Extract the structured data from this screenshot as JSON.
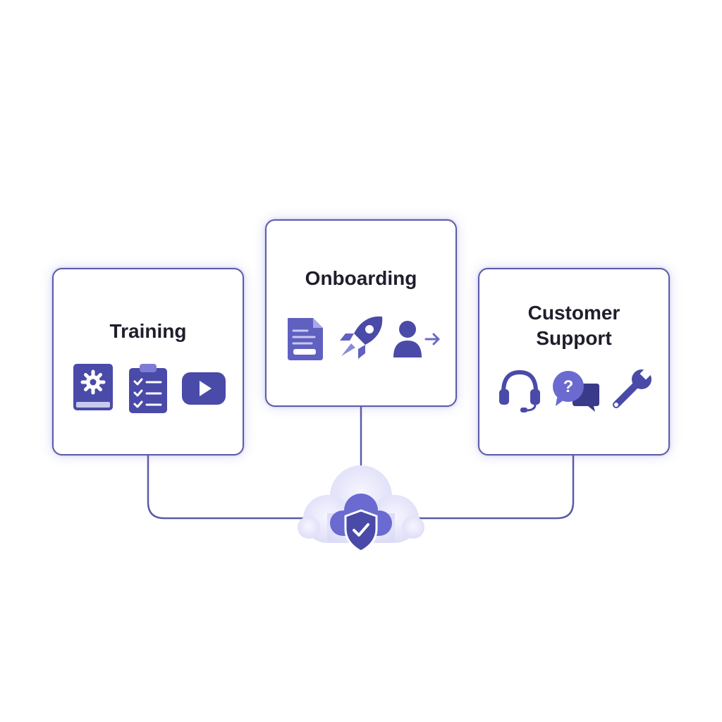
{
  "colors": {
    "accent": "#4a4aa8",
    "accent_light": "#7d7dd6",
    "border": "#5b5ba8",
    "text": "#1e1e2c",
    "cloud": "#e7e7fb"
  },
  "cards": {
    "training": {
      "title": "Training",
      "icons": [
        "book-gear-icon",
        "checklist-clipboard-icon",
        "video-play-icon"
      ]
    },
    "onboarding": {
      "title": "Onboarding",
      "icons": [
        "document-icon",
        "rocket-icon",
        "user-arrow-icon"
      ]
    },
    "support": {
      "title_line1": "Customer",
      "title_line2": "Support",
      "icons": [
        "headset-icon",
        "question-chat-icon",
        "wrench-icon"
      ]
    }
  },
  "hub": {
    "icons": [
      "cloud-icon",
      "shield-check-icon"
    ]
  }
}
